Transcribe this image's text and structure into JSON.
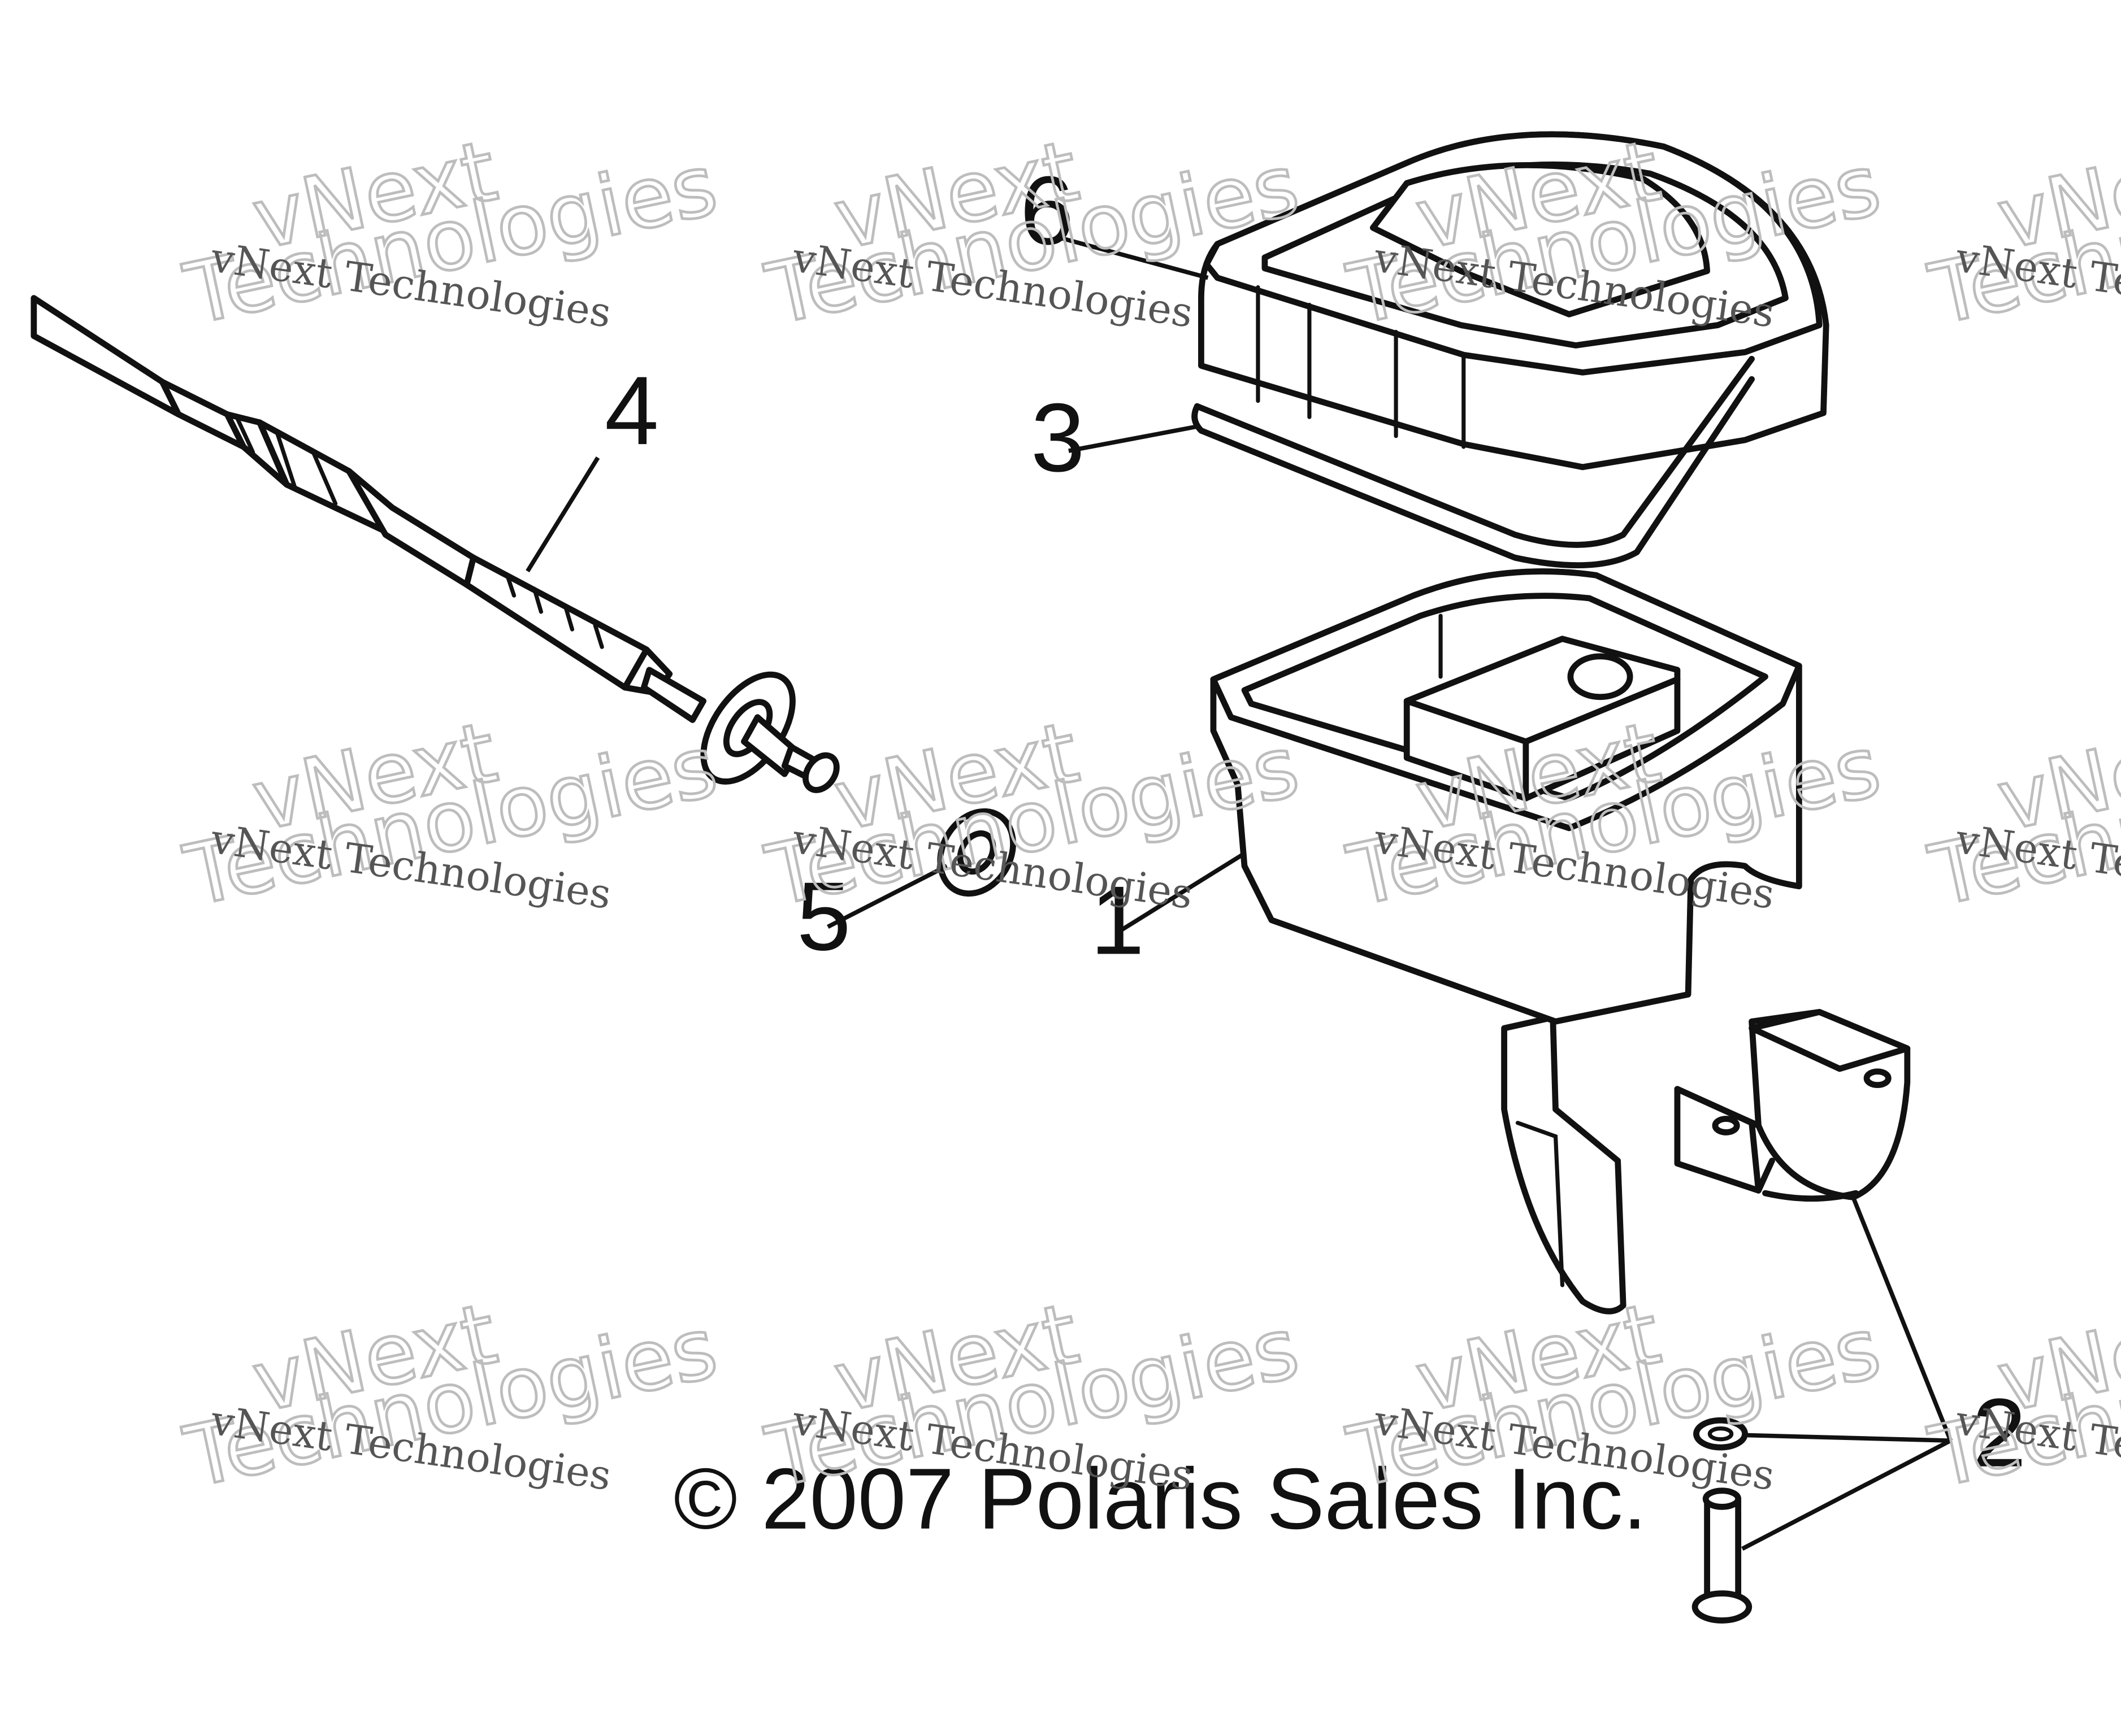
{
  "diagram": {
    "callouts": [
      "1",
      "2",
      "3",
      "4",
      "5",
      "6"
    ],
    "copyright": "© 2007 Polaris Sales Inc.",
    "watermark": {
      "top_text": "vNext",
      "small_text": "vNext Technologies",
      "big_text": "Technologies"
    },
    "parts": [
      {
        "label": "1",
        "name": "throttle-housing"
      },
      {
        "label": "2",
        "name": "clamp-screw-lockwasher"
      },
      {
        "label": "3",
        "name": "cover-gasket"
      },
      {
        "label": "4",
        "name": "throttle-cable"
      },
      {
        "label": "5",
        "name": "washer"
      },
      {
        "label": "6",
        "name": "housing-cover"
      }
    ],
    "colors": {
      "ink": "#111111",
      "watermark": "#bdbdbd",
      "background": "#ffffff"
    }
  }
}
